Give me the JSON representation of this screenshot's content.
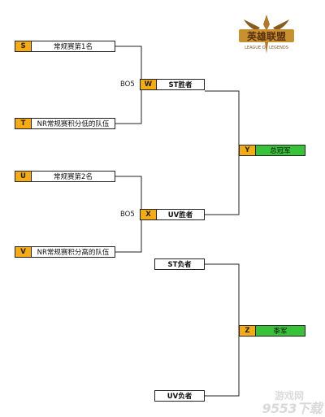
{
  "slots": {
    "s": {
      "tag": "S",
      "label": "常规赛第1名"
    },
    "t": {
      "tag": "T",
      "label": "NR常规赛积分低的队伍"
    },
    "u": {
      "tag": "U",
      "label": "常规赛第2名"
    },
    "v": {
      "tag": "V",
      "label": "NR常规赛积分高的队伍"
    },
    "w": {
      "tag": "W",
      "label": "ST胜者"
    },
    "x": {
      "tag": "X",
      "label": "UV胜者"
    },
    "y": {
      "tag": "Y",
      "label": "总冠军"
    },
    "z": {
      "tag": "Z",
      "label": "季军"
    },
    "st_loser": {
      "label": "ST负者"
    },
    "uv_loser": {
      "label": "UV负者"
    }
  },
  "series_format": {
    "top": "BO5",
    "bottom": "BO5"
  },
  "logo": {
    "text": "英雄联盟",
    "subtext": "LEAGUE OF LEGENDS"
  },
  "watermark": {
    "main": "9553",
    "sub": "下载",
    "top": "游戏网"
  },
  "colors": {
    "tag": "#f5ac12",
    "final": "#38c23a",
    "line": "#222222"
  }
}
